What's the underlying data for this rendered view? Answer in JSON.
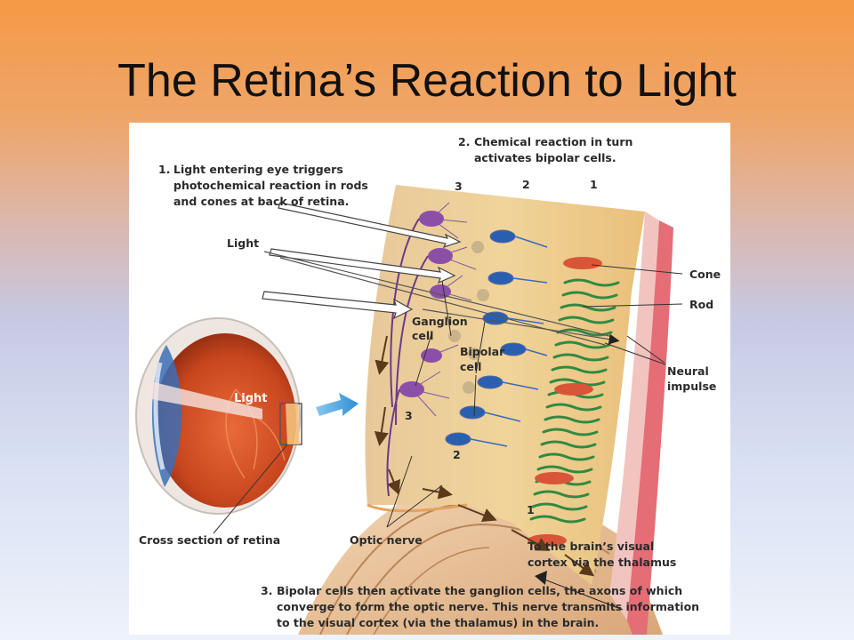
{
  "slide": {
    "title": "The Retina’s Reaction to Light"
  },
  "diagram": {
    "step1": {
      "number": "1.",
      "lines": [
        "Light entering eye triggers",
        "photochemical reaction in rods",
        "and cones at back of retina."
      ]
    },
    "step2": {
      "number": "2.",
      "lines": [
        "Chemical reaction in turn",
        "activates bipolar cells."
      ]
    },
    "step3": {
      "number": "3.",
      "lines": [
        "Bipolar cells then activate the ganglion cells, the axons of which",
        "converge to form the optic nerve. This nerve transmits information",
        "to the visual cortex (via the thalamus) in the brain."
      ]
    },
    "layer_numbers_top": [
      "3",
      "2",
      "1"
    ],
    "layer_numbers_bottom": [
      "3",
      "2",
      "1"
    ],
    "labels": {
      "light_top": "Light",
      "light_eye": "Light",
      "cone": "Cone",
      "rod": "Rod",
      "neural_impulse": [
        "Neural",
        "impulse"
      ],
      "ganglion_cell": [
        "Ganglion",
        "cell"
      ],
      "bipolar_cell": [
        "Bipolar",
        "cell"
      ],
      "cross_section": "Cross section of retina",
      "optic_nerve": "Optic nerve",
      "to_brain": [
        "To the brain’s visual",
        "cortex via the thalamus"
      ]
    }
  }
}
